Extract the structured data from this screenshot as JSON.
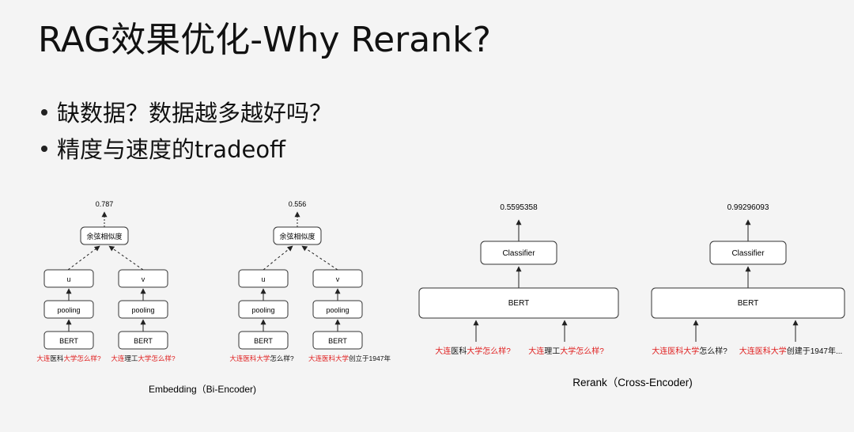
{
  "title": "RAG效果优化-Why Rerank?",
  "bullets": [
    "缺数据？数据越多越好吗？",
    "精度与速度的tradeoff"
  ],
  "colors": {
    "highlight": "#e02020",
    "text": "#111111",
    "box_stroke": "#333333"
  },
  "embedding": {
    "caption": "Embedding（Bi-Encoder)",
    "examples": [
      {
        "score": "0.787",
        "similarity": "余弦相似度",
        "left": {
          "vec": "u",
          "pooling": "pooling",
          "model": "BERT",
          "query_red": "大连",
          "query_mid": "医科",
          "query_red2": "大学怎么样?"
        },
        "right": {
          "vec": "v",
          "pooling": "pooling",
          "model": "BERT",
          "query_red": "大连",
          "query_mid": "理工",
          "query_red2": "大学怎么样?"
        }
      },
      {
        "score": "0.556",
        "similarity": "余弦相似度",
        "left": {
          "vec": "u",
          "pooling": "pooling",
          "model": "BERT",
          "query_red": "大连医科大学",
          "query_mid": "怎么样?",
          "query_red2": ""
        },
        "right": {
          "vec": "v",
          "pooling": "pooling",
          "model": "BERT",
          "query_red": "大连医科大学",
          "query_mid": "创立于1947年",
          "query_red2": ""
        }
      }
    ]
  },
  "rerank": {
    "caption": "Rerank（Cross-Encoder)",
    "examples": [
      {
        "score": "0.5595358",
        "classifier": "Classifier",
        "model": "BERT",
        "q1_red": "大连",
        "q1_mid": "医科",
        "q1_red2": "大学怎么样?",
        "q2_red": "大连",
        "q2_mid": "理工",
        "q2_red2": "大学怎么样?"
      },
      {
        "score": "0.99296093",
        "classifier": "Classifier",
        "model": "BERT",
        "q1_red": "大连医科大学",
        "q1_mid": "怎么样?",
        "q1_red2": "",
        "q2_red": "大连医科大学",
        "q2_mid": "创建于1947年...",
        "q2_red2": ""
      }
    ]
  }
}
